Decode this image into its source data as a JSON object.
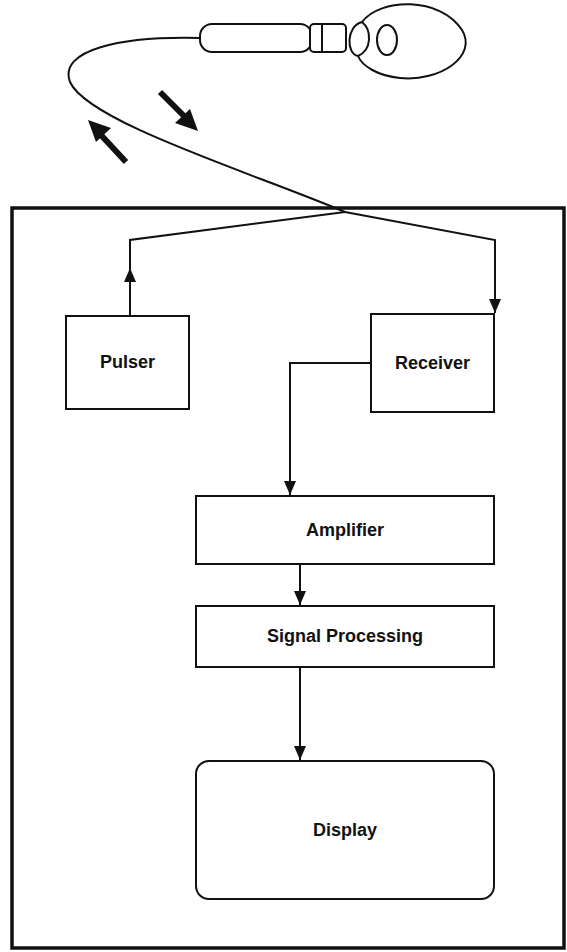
{
  "diagram": {
    "nodes": [
      {
        "text": [
          "Pulser"
        ]
      },
      {
        "text": [
          "Receiver"
        ]
      },
      {
        "text": [
          "Amplifier"
        ]
      },
      {
        "text": [
          "Signal Processing"
        ]
      },
      {
        "text": [
          "Display"
        ]
      }
    ],
    "edges": [
      {
        "from": 1,
        "to": 2,
        "arrow": "to"
      },
      {
        "from": 2,
        "to": 3,
        "arrow": "to"
      },
      {
        "from": 3,
        "to": 4,
        "arrow": "to"
      }
    ]
  }
}
